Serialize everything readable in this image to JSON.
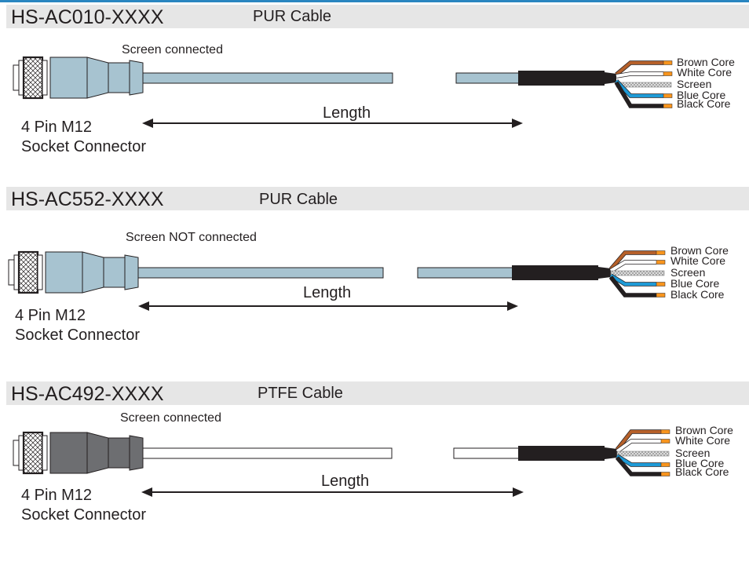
{
  "colors": {
    "top_rule": "#2a86c0",
    "header_bg": "#e6e6e6",
    "pur_jacket": "#a7c3d0",
    "ptfe_jacket": "#ffffff",
    "ptfe_connector": "#6d6e71",
    "sheath": "#231f20",
    "brown_core": "#b5602a",
    "white_core": "#ffffff",
    "blue_core": "#1e9ad6",
    "black_core": "#231f20",
    "core_tip": "#f7941d"
  },
  "sections": [
    {
      "part_number": "HS-AC010-XXXX",
      "cable_type": "PUR Cable",
      "screen_note": "Screen connected",
      "connector_line1": "4 Pin M12",
      "connector_line2": "Socket Connector",
      "length_label": "Length",
      "jacket": "pur",
      "cores": [
        "Brown Core",
        "White Core",
        "Screen",
        "Blue Core",
        "Black Core"
      ]
    },
    {
      "part_number": "HS-AC552-XXXX",
      "cable_type": "PUR Cable",
      "screen_note": "Screen NOT connected",
      "connector_line1": "4 Pin M12",
      "connector_line2": "Socket Connector",
      "length_label": "Length",
      "jacket": "pur",
      "cores": [
        "Brown Core",
        "White Core",
        "Screen",
        "Blue Core",
        "Black Core"
      ]
    },
    {
      "part_number": "HS-AC492-XXXX",
      "cable_type": "PTFE Cable",
      "screen_note": "Screen connected",
      "connector_line1": "4 Pin M12",
      "connector_line2": "Socket Connector",
      "length_label": "Length",
      "jacket": "ptfe",
      "cores": [
        "Brown Core",
        "White Core",
        "Screen",
        "Blue Core",
        "Black Core"
      ]
    }
  ]
}
